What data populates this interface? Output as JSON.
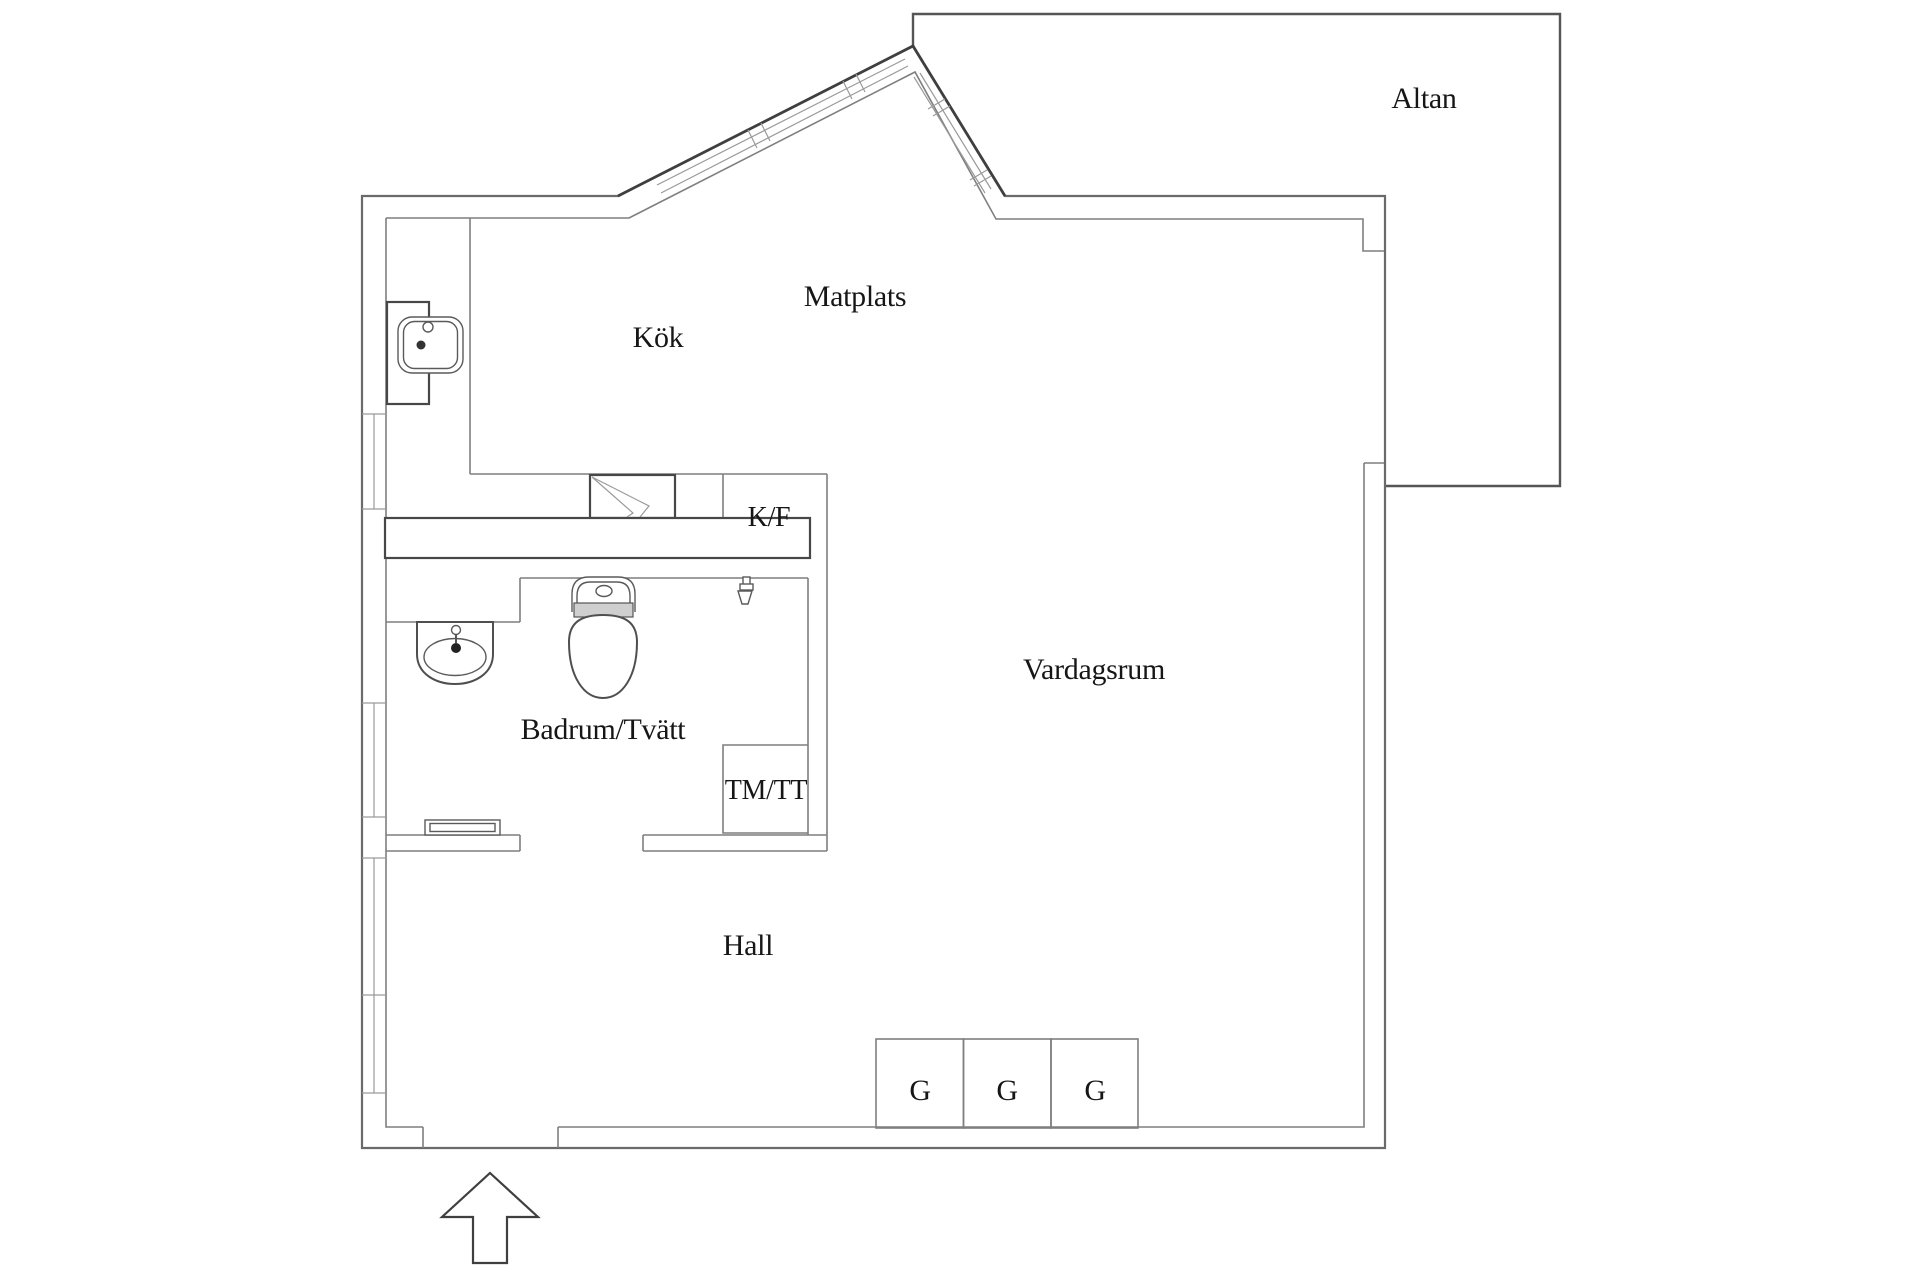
{
  "colors": {
    "background": "#ffffff",
    "wall": "#7f7f7f",
    "wall_dark": "#3f3f3f",
    "text": "#161616",
    "fixture": "#4f4f4f",
    "seat_shade": "#cfcfcf"
  },
  "rooms": {
    "altan": "Altan",
    "matplats": "Matplats",
    "kok": "Kök",
    "kf": "K/F",
    "vardagsrum": "Vardagsrum",
    "badrum": "Badrum/Tvätt",
    "tmtt": "TM/TT",
    "hall": "Hall"
  },
  "wardrobes": {
    "labels": [
      "G",
      "G",
      "G"
    ]
  },
  "icons": {
    "toilet": "toilet-icon",
    "bathroom_sink": "bathroom-sink-icon",
    "shower_mixer": "shower-mixer-icon",
    "kitchen_sink": "kitchen-sink-icon",
    "cabinet_chevron": "cabinet-chevron-icon",
    "fridge_freezer_counter": "fridge-freezer-counter",
    "washer_dryer_niche": "washer-dryer-niche",
    "entry_arrow": "entry-arrow-icon",
    "window_marker": "window-marker"
  }
}
